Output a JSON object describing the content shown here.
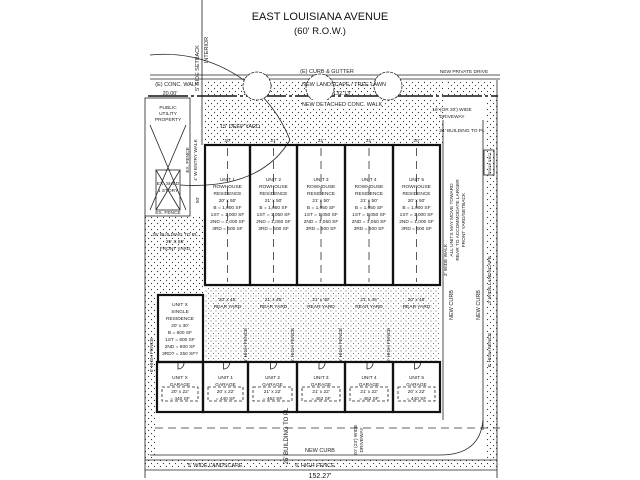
{
  "street": {
    "name": "EAST LOUISIANA AVENUE",
    "row": "(60' R.O.W.)"
  },
  "labels": {
    "side_setback": "5' SIDE SETBACK",
    "interior": "INTERIOR",
    "curb_gutter": "(E) CURB & GUTTER",
    "new_private_drive": "NEW PRIVATE DRIVE",
    "conc_walk": "(E) CONC. WALK",
    "dim_20": "20.00'",
    "landscape_tree_lawn": "NEW LANDSCAPE / TREE LAWN",
    "dim_132": "132.13'",
    "detached_walk": "NEW DETACHED CONC. WALK",
    "driveway_top": "16' (OR 20') WIDE",
    "driveway_top2": "DRIVEWAY",
    "building_to_pl_right": "24' BUILDING TO PL",
    "public_utility": [
      "PUBLIC",
      "UTILITY",
      "PROPERTY"
    ],
    "ex_fence_v": "EX. FENCE",
    "entry_walk_v": "4' W ENTRY WALK",
    "ex_shed": [
      "EX. SHED",
      "1 STORY"
    ],
    "ex_fence_h": "EX. FENCE",
    "deep_yard": "15' DEEP YARD",
    "dim_50": "50'",
    "front_yard": [
      "25' BUILDING TO PL",
      "25' X 85'",
      "FRONT YARD"
    ],
    "units_note": [
      "ALL UNITS MAY MOVE TOWARD",
      "REAR TO ACCOMMODATE LARGER",
      "FRONT YARD/SETBACK"
    ],
    "wide_walk": "3' WIDE WALK",
    "new_curb_1": "NEW CURB",
    "new_curb_2": "NEW CURB",
    "wide_landscape_right": "3' WIDE LANDSCAPE",
    "high_fence_right": "6' HIGH FENCE",
    "high_fence_left": "6' HIGH FENCE",
    "trash_enclosure": "TRASH ENCL.",
    "building_to_pl_bottom": "25' BUILDING TO PL",
    "driveway_bottom": [
      "20' (23') WIDE",
      "DRIVEWAY"
    ],
    "new_curb_bottom": "NEW CURB",
    "wide_landscape_bottom": "5' WIDE LANDSCAPE",
    "high_fence_bottom": "6' HIGH FENCE",
    "dim_bottom": "152.27'",
    "high_fence_mid": "6' HIGH FENCE"
  },
  "units": [
    {
      "name": "UNIT 1",
      "type": [
        "ROWHOUSE",
        "RESIDENCE"
      ],
      "size": "20' x 50'",
      "b": "B = 1,000 SF",
      "first": "1ST = 1,000 SF",
      "second": "2ND = 1,000 SF",
      "third": "3RD = 600 SF",
      "yard": "20' x 45'",
      "yard_label": "REAR YARD",
      "front": "20'"
    },
    {
      "name": "UNIT 2",
      "type": [
        "ROWHOUSE",
        "RESIDENCE"
      ],
      "size": "21' x 50'",
      "b": "B = 1,050 SF",
      "first": "1ST = 1,050 SF",
      "second": "2ND = 1,050 SF",
      "third": "3RD = 600 SF",
      "yard": "21' x 45'",
      "yard_label": "REAR YARD",
      "front": "21'"
    },
    {
      "name": "UNIT 3",
      "type": [
        "ROWHOUSE",
        "RESIDENCE"
      ],
      "size": "21' x 50'",
      "b": "B = 1,050 SF",
      "first": "1ST = 1,050 SF",
      "second": "2ND = 1,050 SF",
      "third": "3RD = 600 SF",
      "yard": "21' x 45'",
      "yard_label": "REAR YARD",
      "front": "21'"
    },
    {
      "name": "UNIT 4",
      "type": [
        "ROWHOUSE",
        "RESIDENCE"
      ],
      "size": "21' x 50'",
      "b": "B = 1,050 SF",
      "first": "1ST = 1,050 SF",
      "second": "2ND = 1,050 SF",
      "third": "3RD = 600 SF",
      "yard": "21' x 45'",
      "yard_label": "REAR YARD",
      "front": "21'"
    },
    {
      "name": "UNIT 5",
      "type": [
        "ROWHOUSE",
        "RESIDENCE"
      ],
      "size": "20' x 50'",
      "b": "B = 1,000 SF",
      "first": "1ST = 1,000 SF",
      "second": "2ND = 1,000 SF",
      "third": "3RD = 600 SF",
      "yard": "20' x 45'",
      "yard_label": "REAR YARD",
      "front": "20'"
    }
  ],
  "unit_x": {
    "name": "UNIT X",
    "type": [
      "SINGLE",
      "RESIDENCE"
    ],
    "size": "20' x 30'",
    "b": "B = 600 SF",
    "first": "1ST = 600 SF",
    "second": "2ND = 600 SF",
    "third": "3RD? = 250 SF?"
  },
  "garages": [
    {
      "name": "UNIT X",
      "label": "GARAGE",
      "size": "20' x 22'",
      "area": "= 440 SF"
    },
    {
      "name": "UNIT 1",
      "label": "GARAGE",
      "size": "20' x 22'",
      "area": "= 440 SF"
    },
    {
      "name": "UNIT 2",
      "label": "GARAGE",
      "size": "21' x 22'",
      "area": "= 462 SF"
    },
    {
      "name": "UNIT 3",
      "label": "GARAGE",
      "size": "21' x 22'",
      "area": "= 462 SF"
    },
    {
      "name": "UNIT 4",
      "label": "GARAGE",
      "size": "21' x 22'",
      "area": "= 462 SF"
    },
    {
      "name": "UNIT 5",
      "label": "GARAGE",
      "size": "20' x 22'",
      "area": "= 440 SF"
    }
  ]
}
